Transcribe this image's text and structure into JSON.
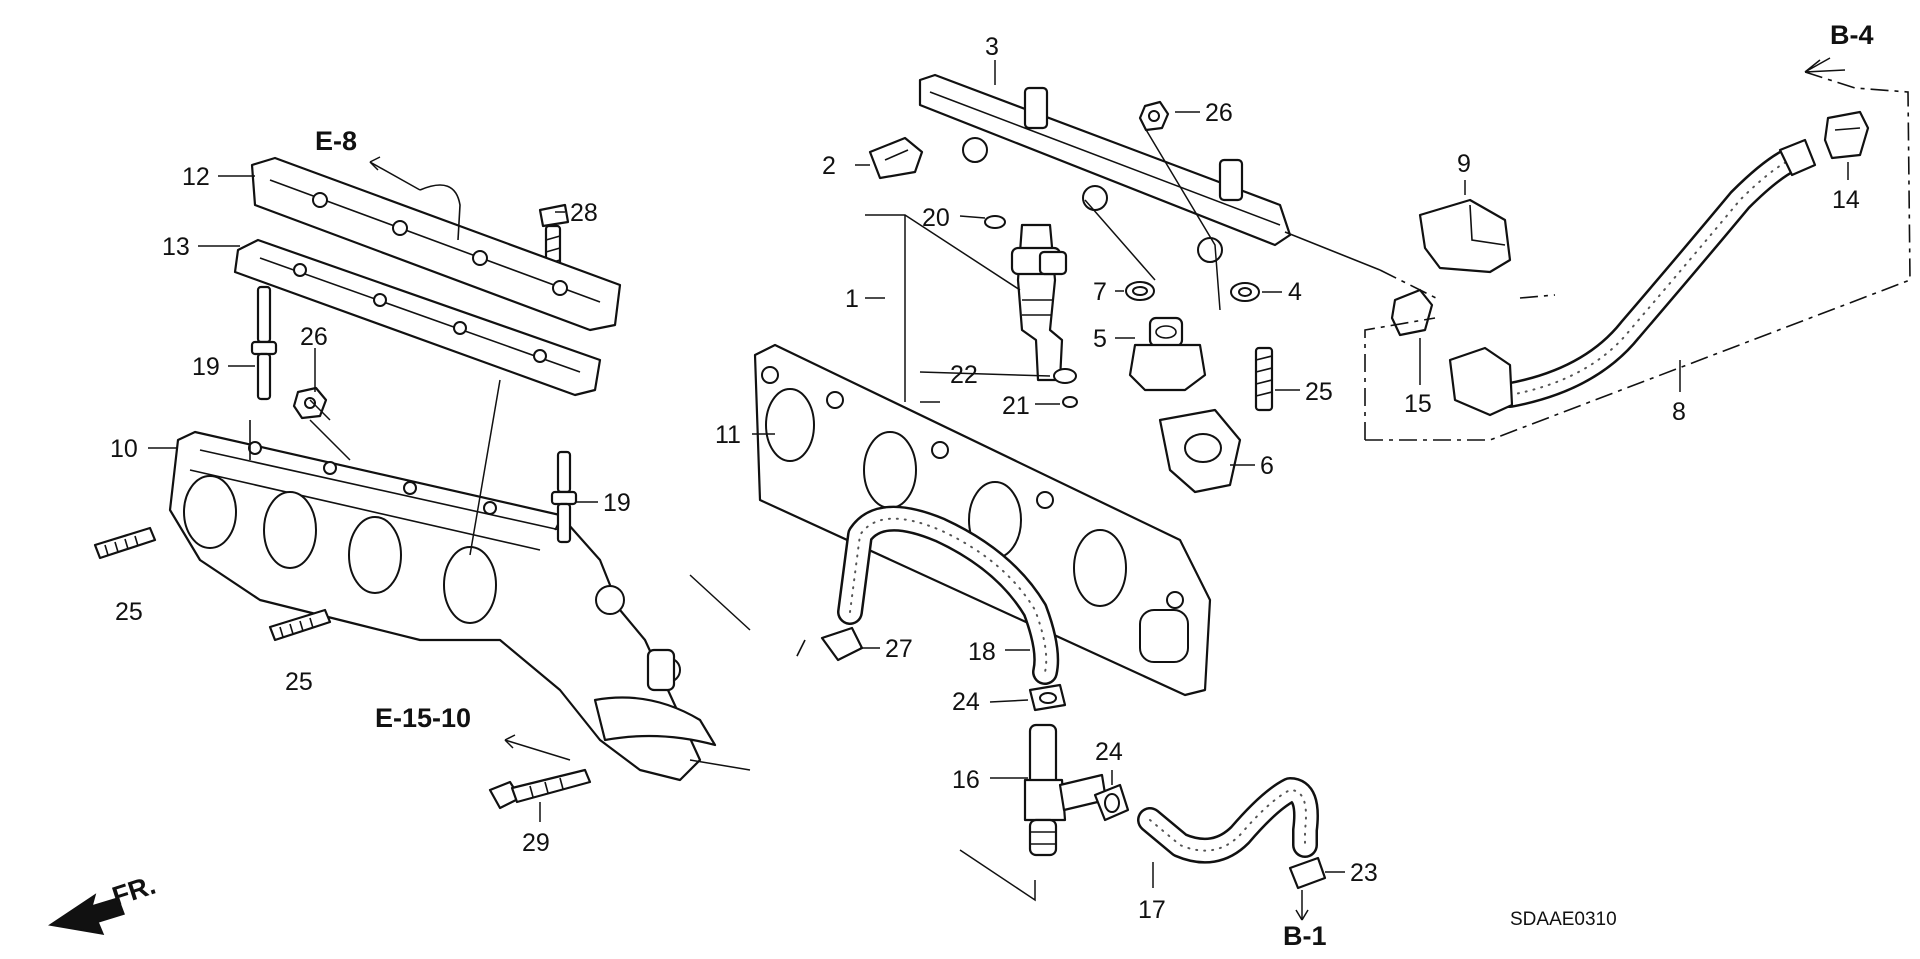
{
  "diagram": {
    "callouts": [
      "1",
      "2",
      "3",
      "4",
      "5",
      "6",
      "7",
      "8",
      "9",
      "10",
      "11",
      "12",
      "13",
      "14",
      "15",
      "16",
      "17",
      "18",
      "19",
      "20",
      "21",
      "22",
      "23",
      "24",
      "25",
      "26",
      "27",
      "28",
      "29"
    ],
    "references": {
      "b4": "B-4",
      "b1": "B-1",
      "e8": "E-8",
      "e1510": "E-15-10"
    },
    "front_marker": "FR.",
    "drawing_code": "SDAAE0310"
  }
}
